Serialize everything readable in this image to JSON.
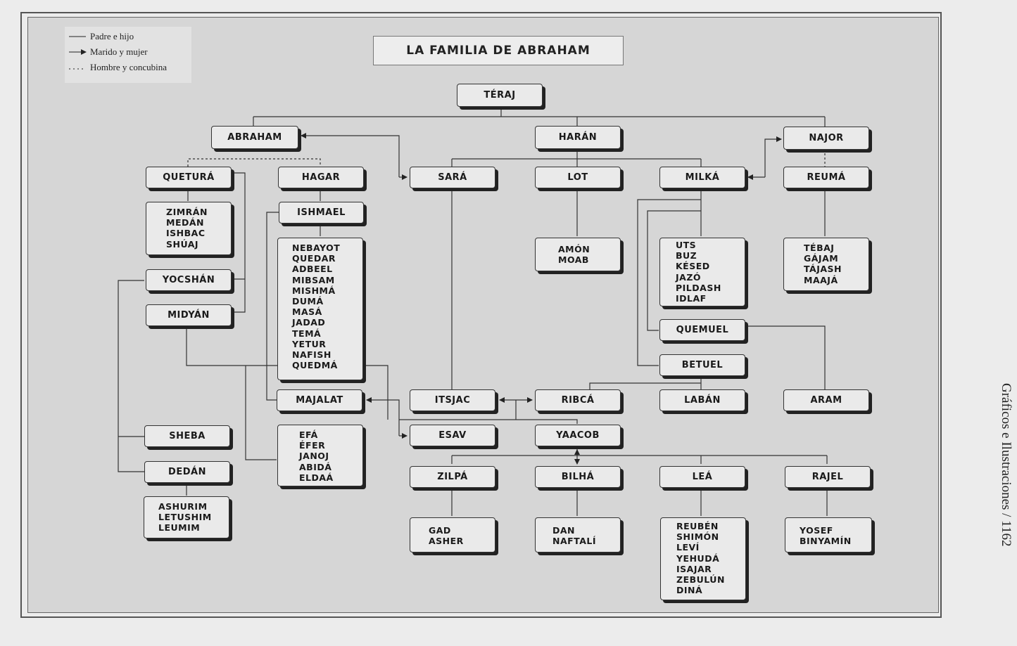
{
  "title": "LA FAMILIA DE ABRAHAM",
  "legend": {
    "parent_child": "Padre e hijo",
    "spouse": "Marido y mujer",
    "concubine": "Hombre y concubina"
  },
  "side_caption": "Gráficos e Ilustraciones / 1162",
  "people": {
    "teraj": "TÉRAJ",
    "abraham": "ABRAHAM",
    "haran": "HARÁN",
    "najor": "NAJOR",
    "quetura": "QUETURÁ",
    "hagar": "HAGAR",
    "sara": "SARÁ",
    "lot": "LOT",
    "milka": "MILKÁ",
    "reuma": "REUMÁ",
    "ishmael": "ISHMAEL",
    "yocshan": "YOCSHÁN",
    "midyan": "MIDYÁN",
    "quemuel": "QUEMUEL",
    "betuel": "BETUEL",
    "majalat": "MAJALAT",
    "itsjac": "ITSJAC",
    "ribca": "RIBCÁ",
    "laban": "LABÁN",
    "aram": "ARAM",
    "sheba": "SHEBA",
    "esav": "ESAV",
    "yaacob": "YAACOB",
    "dedan": "DEDÁN",
    "zilpa": "ZILPÁ",
    "bilha": "BILHÁ",
    "lea": "LEÁ",
    "rajel": "RAJEL"
  },
  "groups": {
    "quetura_sons": [
      "ZIMRÁN",
      "MEDÁN",
      "ISHBAC",
      "SHÚAJ"
    ],
    "ishmael_sons": [
      "NEBAYOT",
      "QUEDAR",
      "ADBEEL",
      "MIBSAM",
      "MISHMÁ",
      "DUMÁ",
      "MASÁ",
      "JADAD",
      "TEMÁ",
      "YETUR",
      "NAFISH",
      "QUEDMÁ"
    ],
    "lot_sons": [
      "AMÓN",
      "MOAB"
    ],
    "milka_sons": [
      "UTS",
      "BUZ",
      "KÉSED",
      "JAZÓ",
      "PILDASH",
      "IDLAF"
    ],
    "reuma_sons": [
      "TÉBAJ",
      "GÁJAM",
      "TÁJASH",
      "MAAJÁ"
    ],
    "midyan_sons": [
      "EFÁ",
      "ÉFER",
      "JANOJ",
      "ABIDÁ",
      "ELDAÁ"
    ],
    "dedan_sons": [
      "ASHURIM",
      "LETUSHIM",
      "LEUMIM"
    ],
    "zilpa_sons": [
      "GAD",
      "ASHER"
    ],
    "bilha_sons": [
      "DAN",
      "NAFTALÍ"
    ],
    "lea_sons": [
      "REUBÉN",
      "SHIMÓN",
      "LEVÍ",
      "YEHUDÁ",
      "ISAJAR",
      "ZEBULÚN",
      "DINÁ"
    ],
    "rajel_sons": [
      "YOSEF",
      "BINYAMÍN"
    ]
  }
}
